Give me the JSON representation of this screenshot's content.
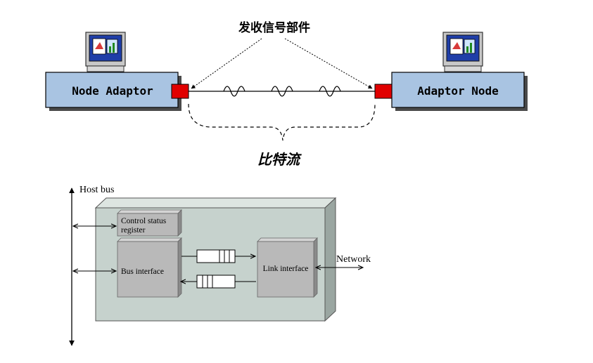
{
  "top_diagram": {
    "left_node_label": "Node Adaptor",
    "right_node_label": "Adaptor Node",
    "signal_parts_label": "发收信号部件",
    "bitstream_label": "比特流"
  },
  "bottom_diagram": {
    "host_bus_label": "Host bus",
    "control_status_line1": "Control status",
    "control_status_line2": "register",
    "bus_interface_label": "Bus interface",
    "link_interface_label": "Link interface",
    "network_label": "Network"
  },
  "colors": {
    "node_box_fill": "#a9c4e2",
    "connector_red": "#e00000",
    "adaptor_board_fill": "#c6d2cd",
    "module_fill": "#b9b9b9"
  },
  "icons": [
    "computer-icon-left",
    "computer-icon-right"
  ]
}
